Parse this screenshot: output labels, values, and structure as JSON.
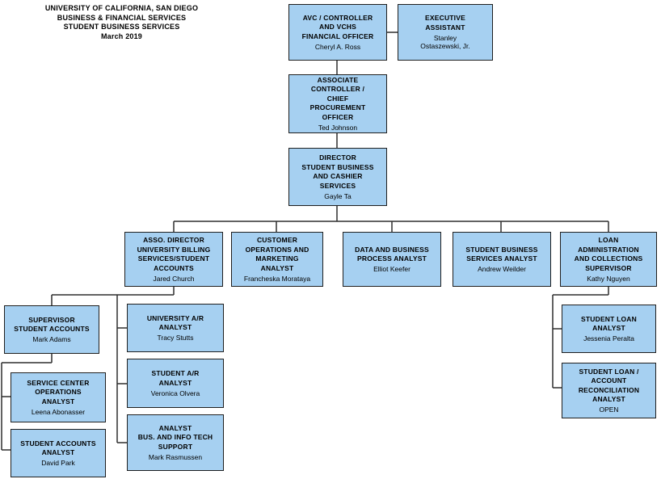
{
  "header": {
    "lines": [
      "UNIVERSITY OF CALIFORNIA, SAN DIEGO",
      "BUSINESS & FINANCIAL SERVICES",
      "STUDENT BUSINESS SERVICES",
      "March 2019"
    ]
  },
  "org": {
    "avc": {
      "title": [
        "AVC / CONTROLLER",
        "AND VCHS",
        "FINANCIAL OFFICER"
      ],
      "person": [
        "Cheryl A. Ross"
      ]
    },
    "exec": {
      "title": [
        "EXECUTIVE",
        "ASSISTANT"
      ],
      "person": [
        "Stanley",
        "Ostaszewski, Jr."
      ]
    },
    "assoc": {
      "title": [
        "ASSOCIATE",
        "CONTROLLER /",
        "CHIEF",
        "PROCUREMENT",
        "OFFICER"
      ],
      "person": [
        "Ted Johnson"
      ]
    },
    "director": {
      "title": [
        "DIRECTOR",
        "STUDENT BUSINESS",
        "AND CASHIER",
        "SERVICES"
      ],
      "person": [
        "Gayle Ta"
      ]
    },
    "assoDir": {
      "title": [
        "ASSO. DIRECTOR",
        "UNIVERSITY BILLING",
        "SERVICES/STUDENT",
        "ACCOUNTS"
      ],
      "person": [
        "Jared Church"
      ]
    },
    "customer": {
      "title": [
        "CUSTOMER",
        "OPERATIONS AND",
        "MARKETING",
        "ANALYST"
      ],
      "person": [
        "Francheska Morataya"
      ]
    },
    "data": {
      "title": [
        "DATA AND BUSINESS",
        "PROCESS ANALYST"
      ],
      "person": [
        "Elliot Keefer"
      ]
    },
    "sbs": {
      "title": [
        "STUDENT BUSINESS",
        "SERVICES ANALYST"
      ],
      "person": [
        "Andrew Weilder"
      ]
    },
    "loanSup": {
      "title": [
        "LOAN",
        "ADMINISTRATION",
        "AND COLLECTIONS",
        "SUPERVISOR"
      ],
      "person": [
        "Kathy Nguyen"
      ]
    },
    "supSA": {
      "title": [
        "SUPERVISOR",
        "STUDENT ACCOUNTS"
      ],
      "person": [
        "Mark Adams"
      ]
    },
    "univAR": {
      "title": [
        "UNIVERSITY A/R",
        "ANALYST"
      ],
      "person": [
        "Tracy Stutts"
      ]
    },
    "studentAR": {
      "title": [
        "STUDENT A/R",
        "ANALYST"
      ],
      "person": [
        "Veronica Olvera"
      ]
    },
    "infoTech": {
      "title": [
        "ANALYST",
        "BUS. AND INFO TECH",
        "SUPPORT"
      ],
      "person": [
        "Mark Rasmussen"
      ]
    },
    "svcCtr": {
      "title": [
        "SERVICE CENTER",
        "OPERATIONS",
        "ANALYST"
      ],
      "person": [
        "Leena Abonasser"
      ]
    },
    "stuAcct": {
      "title": [
        "STUDENT ACCOUNTS",
        "ANALYST"
      ],
      "person": [
        "David Park"
      ]
    },
    "stuLoan": {
      "title": [
        "STUDENT LOAN",
        "ANALYST"
      ],
      "person": [
        "Jessenia Peralta"
      ]
    },
    "loanRecon": {
      "title": [
        "STUDENT LOAN /",
        "ACCOUNT",
        "RECONCILIATION",
        "ANALYST"
      ],
      "person": [
        "OPEN"
      ]
    }
  },
  "colors": {
    "box_fill": "#A6D0F1",
    "box_border": "#1f1f1f",
    "connector": "#2e2e2e",
    "page_bg": "#ffffff",
    "text": "#000000"
  }
}
